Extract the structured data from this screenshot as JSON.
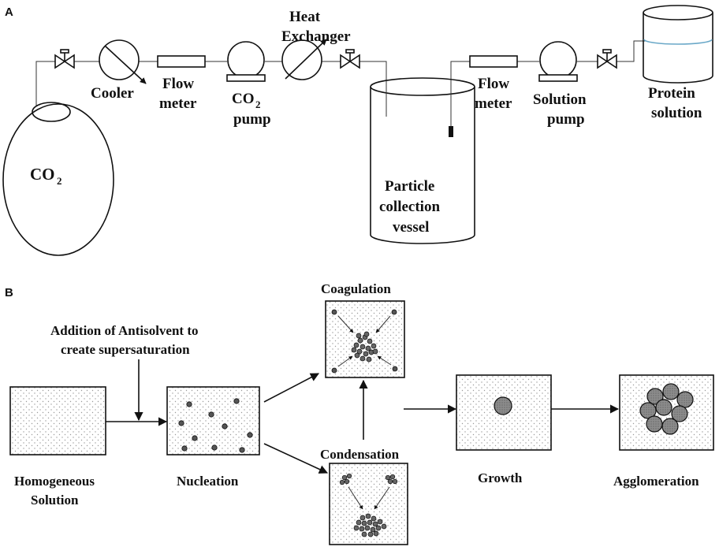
{
  "panel_a": {
    "letter": "A",
    "co2_tank_label": "CO",
    "co2_tank_sub": "2",
    "cooler_label": "Cooler",
    "flow_meter_1": [
      "Flow",
      "meter"
    ],
    "co2_pump_label": [
      "CO",
      "2",
      "pump"
    ],
    "heat_exchanger_label": [
      "Heat",
      "Exchanger"
    ],
    "vessel_label": [
      "Particle",
      "collection",
      "vessel"
    ],
    "flow_meter_2": [
      "Flow",
      "meter"
    ],
    "solution_pump_label": [
      "Solution",
      "pump"
    ],
    "protein_label": [
      "Protein",
      "solution"
    ]
  },
  "panel_b": {
    "letter": "B",
    "antisolvent_label": [
      "Addition of Antisolvent to",
      "create supersaturation"
    ],
    "homogeneous_label": [
      "Homogeneous",
      "Solution"
    ],
    "nucleation_label": "Nucleation",
    "coagulation_label": "Coagulation",
    "condensation_label": "Condensation",
    "growth_label": "Growth",
    "agglomeration_label": "Agglomeration"
  },
  "colors": {
    "stroke": "#111111",
    "dot_pattern": "#9a9a9a",
    "particle_fill": "#8c8c8c",
    "liquid_line": "#6aa8c8"
  }
}
